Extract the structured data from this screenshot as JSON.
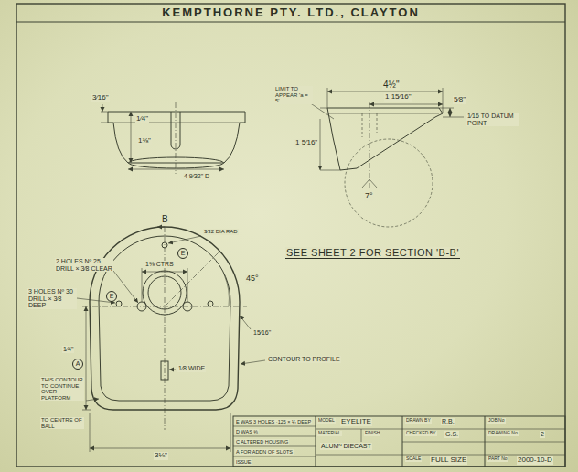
{
  "diagram": {
    "title": "KEMPTHORNE PTY. LTD., CLAYTON",
    "labels": [
      "3⁄16\"",
      "1⁄4\"",
      "1⅜\"",
      "4 9⁄32\" D",
      "4½\"",
      "1 15⁄16\"",
      "LIMIT TO APPEAR 'a = 5'",
      "1 5⁄16\"",
      "5⁄8\"",
      "1⁄16 TO DATUM POINT",
      "7°",
      "B",
      "3⁄32 DIA RAD",
      "2 HOLES Nº 25 DRILL × 3⁄8 CLEAR",
      "3 HOLES Nº 30 DRILL × 3⁄8 DEEP",
      "1⅜ CTRS",
      "45°",
      "15⁄16\"",
      "SEE SHEET 2 FOR SECTION 'B-B'",
      "CONTOUR TO PROFILE",
      "1⁄8 WIDE",
      "THIS CONTOUR TO CONTINUE OVER PLATFORM",
      "TO CENTRE OF BALL",
      "1⁄4\"",
      "3⅛\"",
      "A",
      "E",
      "E",
      "E WAS 3 HOLES ·125 × ¼ DEEP",
      "D WAS ⅜",
      "C ALTERED HOUSING",
      "A FOR ADDN OF SLOTS",
      "ISSUE",
      "MODEL",
      "EYELITE",
      "MATERIAL",
      "ALUMᴺ DIECAST",
      "FINISH",
      "DRAWN BY",
      "R.B.",
      "CHECKED BY",
      "G.S.",
      "SCALE",
      "FULL SIZE",
      "JOB No",
      "DRAWING No",
      "2",
      "PART No",
      "2000-10-D"
    ]
  }
}
